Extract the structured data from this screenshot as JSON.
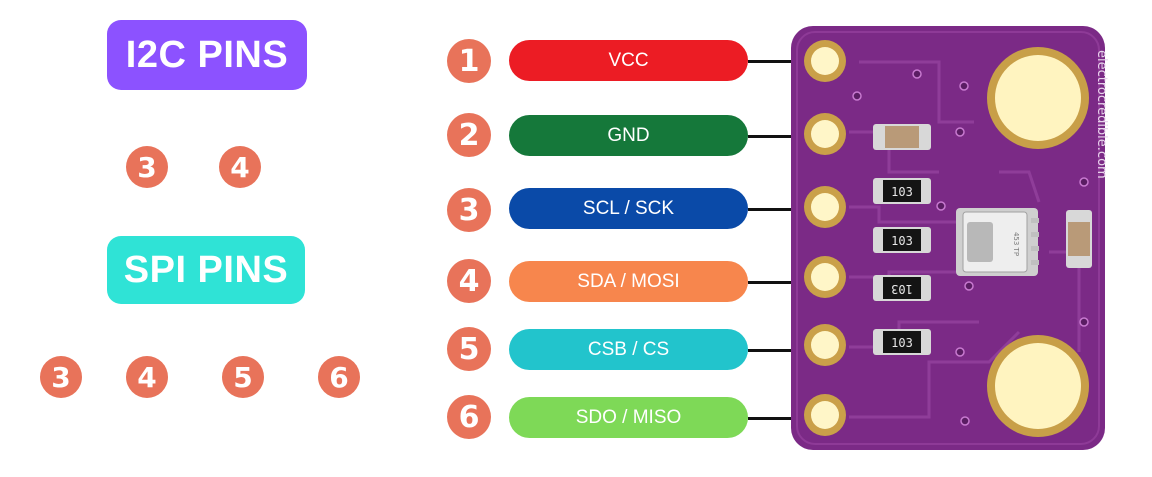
{
  "i2c": {
    "title": "I2C PINS",
    "pins": [
      "3",
      "4"
    ]
  },
  "spi": {
    "title": "SPI PINS",
    "pins": [
      "3",
      "4",
      "5",
      "6"
    ]
  },
  "pinout": [
    {
      "number": "1",
      "label": "VCC",
      "color": "#ec1c24"
    },
    {
      "number": "2",
      "label": "GND",
      "color": "#15783a"
    },
    {
      "number": "3",
      "label": "SCL / SCK",
      "color": "#0a4aa8"
    },
    {
      "number": "4",
      "label": "SDA / MOSI",
      "color": "#f7864d"
    },
    {
      "number": "5",
      "label": "CSB / CS",
      "color": "#22c4cc"
    },
    {
      "number": "6",
      "label": "SDO / MISO",
      "color": "#7ed957"
    }
  ],
  "board": {
    "watermark": "electrocredible.com",
    "resistor_code": "103",
    "chip_marking": "453 TP"
  },
  "colors": {
    "i2c_badge": "#8c52ff",
    "spi_badge": "#2fe3d6",
    "number_badge": "#e8735a",
    "board": "#7b2a86"
  }
}
